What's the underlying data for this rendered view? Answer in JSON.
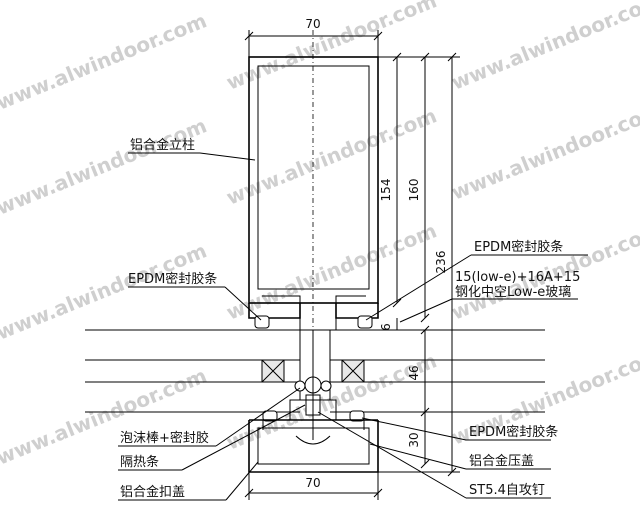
{
  "watermark": "www.alwindoor.com",
  "labels": {
    "mullion": "铝合金立柱",
    "epdm_left": "EPDM密封胶条",
    "epdm_right_top": "EPDM密封胶条",
    "glass_spec_1": "15(low-e)+16A+15",
    "glass_spec_2": "钢化中空Low-e玻璃",
    "foam_rod": "泡沫棒+密封胶",
    "thermal_break": "隔热条",
    "cover_cap": "铝合金扣盖",
    "epdm_right_bottom": "EPDM密封胶条",
    "pressure_plate": "铝合金压盖",
    "screw": "ST5.4自攻钉"
  },
  "dimensions": {
    "top_width": "70",
    "bottom_width": "70",
    "d154": "154",
    "d160": "160",
    "d236": "236",
    "d6": "6",
    "d46": "46",
    "d30": "30"
  }
}
